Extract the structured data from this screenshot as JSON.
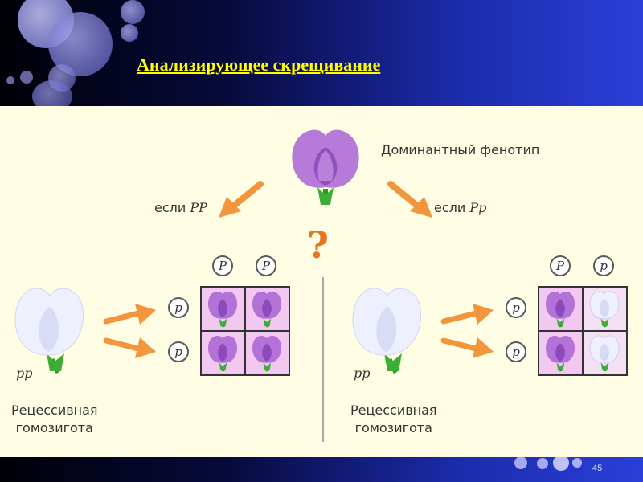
{
  "slide": {
    "title": "Анализирующее скрещивание",
    "page_number": "45"
  },
  "diagram": {
    "dominant_label": "Доминантный фенотип",
    "if_PP": "если",
    "if_PP_gene": "PP",
    "if_Pp": "если",
    "if_Pp_gene": "Pp",
    "question_mark": "?",
    "left": {
      "genotype": "pp",
      "caption_line1": "Рецессивная",
      "caption_line2": "гомозигота",
      "gametes_top": [
        "P",
        "P"
      ],
      "gametes_side": [
        "p",
        "p"
      ],
      "offspring": [
        "purple",
        "purple",
        "purple",
        "purple"
      ]
    },
    "right": {
      "genotype": "pp",
      "caption_line1": "Рецессивная",
      "caption_line2": "гомозигота",
      "gametes_top": [
        "P",
        "p"
      ],
      "gametes_side": [
        "p",
        "p"
      ],
      "offspring": [
        "purple",
        "white",
        "purple",
        "white"
      ]
    }
  },
  "colors": {
    "title": "#ffff00",
    "panel_bg": "#fffee4",
    "arrow": "#f2953c",
    "purple_flower": "#b472d8",
    "white_flower": "#eef0ff",
    "cell_pink": "#f3c8f0"
  }
}
